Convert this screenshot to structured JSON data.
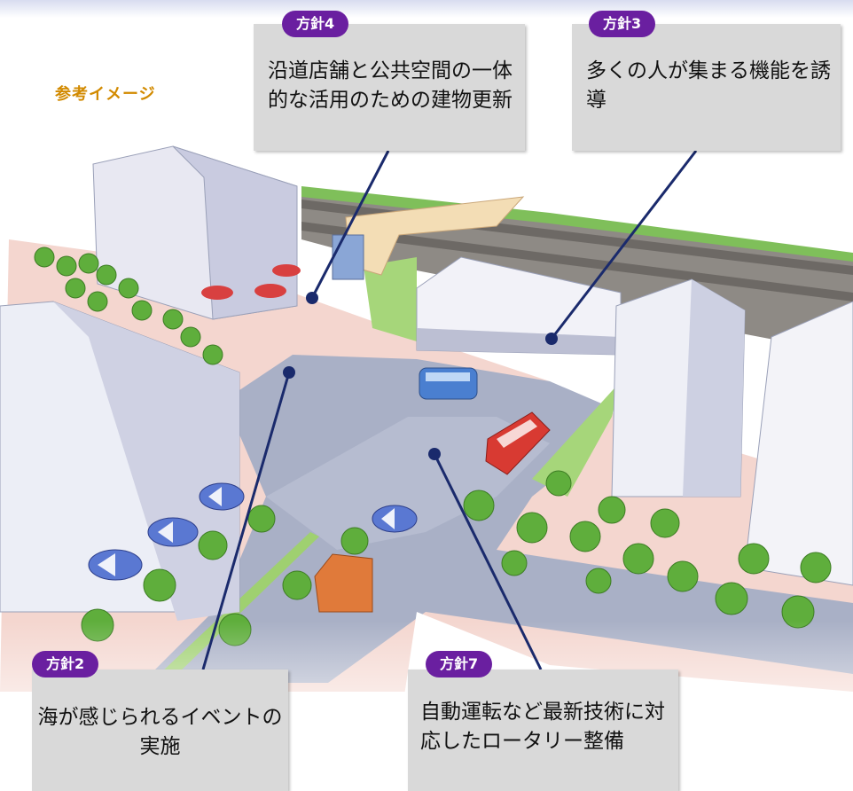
{
  "reference_label": "参考イメージ",
  "callouts": [
    {
      "id": "c4",
      "badge": "方針4",
      "text": "沿道店舗と公共空間の一体的な活用のための建物更新"
    },
    {
      "id": "c3",
      "badge": "方針3",
      "text": "多くの人が集まる機能を誘導"
    },
    {
      "id": "c2",
      "badge": "方針2",
      "text": "海が感じられるイベントの実施"
    },
    {
      "id": "c7",
      "badge": "方針7",
      "text": "自動運転など最新技術に対応したロータリー整備"
    }
  ],
  "colors": {
    "badge": "#6a1fa0",
    "callout_bg": "#d9d9d9",
    "leader_line": "#1a2a6c",
    "label_orange": "#d28a00"
  }
}
